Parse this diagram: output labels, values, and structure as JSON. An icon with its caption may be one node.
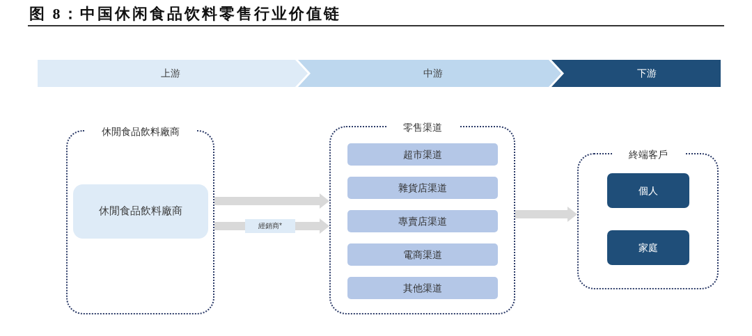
{
  "diagram": {
    "title": "图 8：中国休闲食品饮料零售行业价值链",
    "nodes": [
      {
        "text": [
          "上游"
        ]
      },
      {
        "text": [
          "中游"
        ]
      },
      {
        "text": [
          "下游"
        ]
      },
      {
        "text": [
          "休閒食品飲料廠商"
        ]
      },
      {
        "text": [
          "休閒食品飲料廠商"
        ],
        "in": 3
      },
      {
        "text": [
          "經銷商*"
        ]
      },
      {
        "text": [
          "零售渠道"
        ]
      },
      {
        "text": [
          "超市渠道"
        ],
        "in": 6
      },
      {
        "text": [
          "雜貨店渠道"
        ],
        "in": 6
      },
      {
        "text": [
          "專賣店渠道"
        ],
        "in": 6
      },
      {
        "text": [
          "電商渠道"
        ],
        "in": 6
      },
      {
        "text": [
          "其他渠道"
        ],
        "in": 6
      },
      {
        "text": [
          "終端客戶"
        ]
      },
      {
        "text": [
          "個人"
        ],
        "in": 12
      },
      {
        "text": [
          "家庭"
        ],
        "in": 12
      }
    ],
    "edges": [
      {
        "from": 3,
        "to": 6,
        "arrow": "to"
      },
      {
        "from": 3,
        "to": 5,
        "arrow": "none"
      },
      {
        "from": 5,
        "to": 6,
        "arrow": "to"
      },
      {
        "from": 6,
        "to": 12,
        "arrow": "to"
      }
    ]
  }
}
